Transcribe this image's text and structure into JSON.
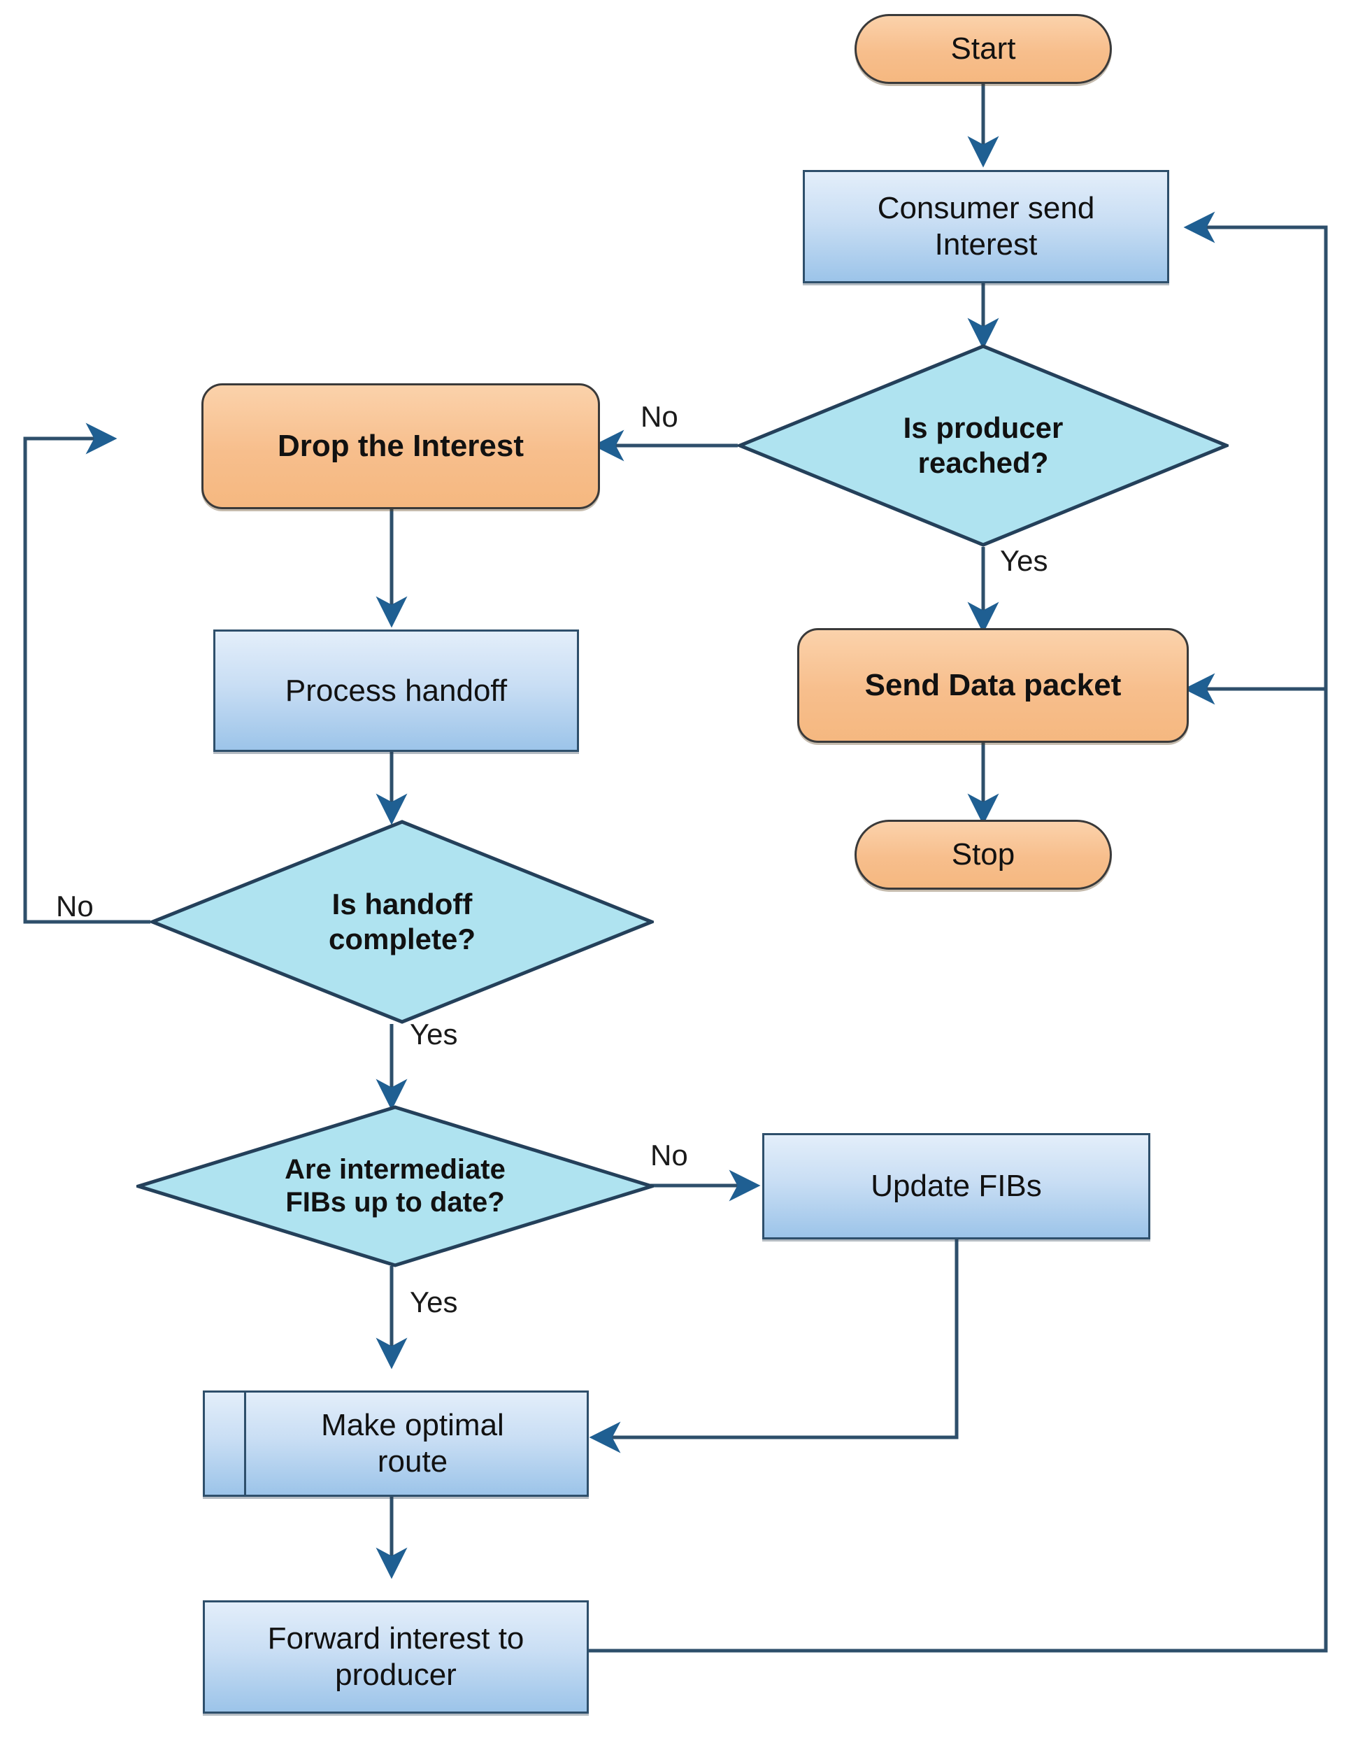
{
  "diagram": {
    "type": "flowchart",
    "title": "NDN Consumer Interest Forwarding with Handoff Flowchart",
    "colors": {
      "terminator_fill": "#F7BE8C",
      "terminator_stroke": "#3A3A3A",
      "process_fill_top": "#E3EEFA",
      "process_fill_bottom": "#9CC4E9",
      "process_stroke": "#2E4F6B",
      "decision_fill": "#AFE3F0",
      "decision_stroke": "#24405A",
      "edge_stroke": "#2E4F6B",
      "arrow_fill": "#1F5F92",
      "background": "#FFFFFF"
    },
    "nodes": [
      {
        "id": "start",
        "shape": "terminator",
        "label": "Start"
      },
      {
        "id": "consumer",
        "shape": "process",
        "label": "Consumer send Interest"
      },
      {
        "id": "is_producer",
        "shape": "decision",
        "label": "Is producer reached?"
      },
      {
        "id": "drop",
        "shape": "process-round-orange",
        "label": "Drop the Interest"
      },
      {
        "id": "send_data",
        "shape": "process-round-orange",
        "label": "Send Data packet"
      },
      {
        "id": "stop",
        "shape": "terminator",
        "label": "Stop"
      },
      {
        "id": "handoff",
        "shape": "process",
        "label": "Process handoff"
      },
      {
        "id": "is_handoff",
        "shape": "decision",
        "label": "Is handoff complete?"
      },
      {
        "id": "are_fibs",
        "shape": "decision",
        "label": "Are intermediate FIBs up to date?"
      },
      {
        "id": "update_fibs",
        "shape": "process",
        "label": "Update FIBs"
      },
      {
        "id": "make_route",
        "shape": "predefined-process",
        "label": "Make optimal route"
      },
      {
        "id": "forward",
        "shape": "process",
        "label": "Forward interest to producer"
      }
    ],
    "edges": [
      {
        "from": "start",
        "to": "consumer",
        "label": ""
      },
      {
        "from": "consumer",
        "to": "is_producer",
        "label": ""
      },
      {
        "from": "is_producer",
        "to": "drop",
        "label": "No"
      },
      {
        "from": "is_producer",
        "to": "send_data",
        "label": "Yes"
      },
      {
        "from": "send_data",
        "to": "stop",
        "label": ""
      },
      {
        "from": "drop",
        "to": "handoff",
        "label": ""
      },
      {
        "from": "handoff",
        "to": "is_handoff",
        "label": ""
      },
      {
        "from": "is_handoff",
        "to": "drop",
        "label": "No"
      },
      {
        "from": "is_handoff",
        "to": "are_fibs",
        "label": "Yes"
      },
      {
        "from": "are_fibs",
        "to": "update_fibs",
        "label": "No"
      },
      {
        "from": "are_fibs",
        "to": "make_route",
        "label": "Yes"
      },
      {
        "from": "update_fibs",
        "to": "make_route",
        "label": ""
      },
      {
        "from": "make_route",
        "to": "forward",
        "label": ""
      },
      {
        "from": "forward",
        "to": "consumer",
        "label": ""
      },
      {
        "from": "forward",
        "to": "send_data",
        "label": ""
      }
    ],
    "labels": {
      "start": "Start",
      "consumer_send_interest": "Consumer send\nInterest",
      "consumer_send_interest_l1": "Consumer send",
      "consumer_send_interest_l2": "Interest",
      "is_producer_reached_l1": "Is producer",
      "is_producer_reached_l2": "reached?",
      "drop_the_interest": "Drop the Interest",
      "send_data_packet": "Send Data packet",
      "stop": "Stop",
      "process_handoff": "Process handoff",
      "is_handoff_complete_l1": "Is handoff",
      "is_handoff_complete_l2": "complete?",
      "are_fibs_l1": "Are intermediate",
      "are_fibs_l2": "FIBs up to date?",
      "update_fibs": "Update FIBs",
      "make_optimal_route_l1": "Make optimal",
      "make_optimal_route_l2": "route",
      "forward_interest_l1": "Forward interest to",
      "forward_interest_l2": "producer",
      "yes_1": "Yes",
      "yes_2": "Yes",
      "yes_3": "Yes",
      "no_1": "No",
      "no_2": "No",
      "no_3": "No"
    }
  }
}
